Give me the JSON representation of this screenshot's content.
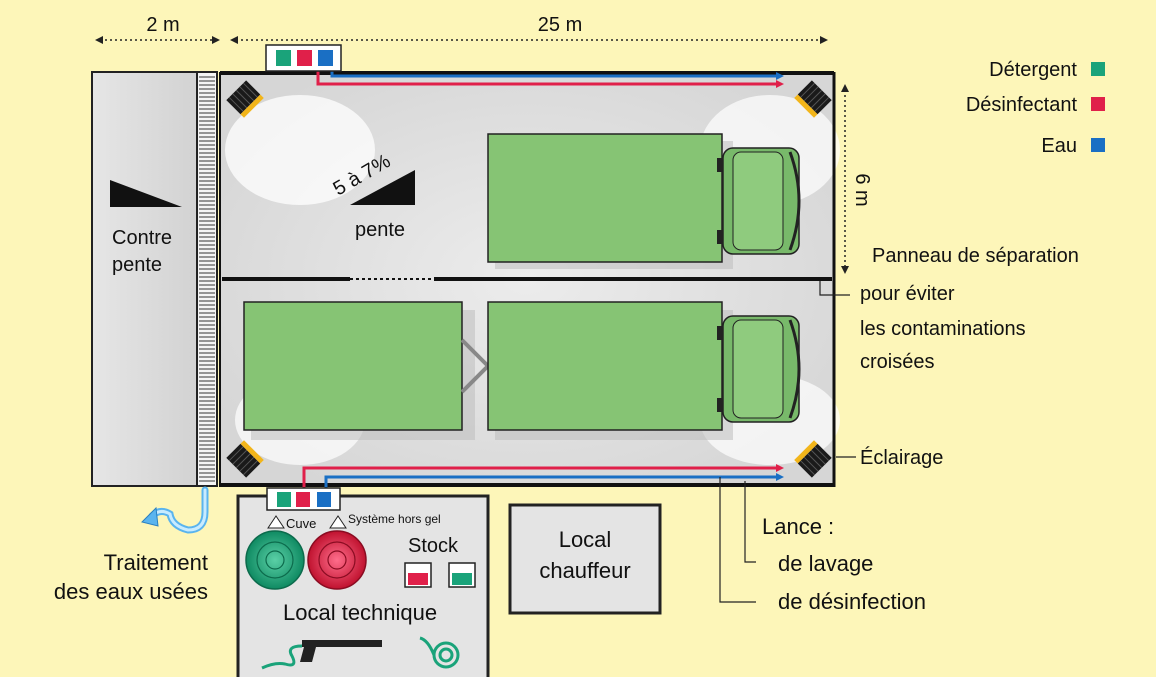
{
  "dimensions": {
    "width_2m": "2 m",
    "length_25m": "25 m",
    "depth_6m": "6 m"
  },
  "legend": [
    {
      "label": "Détergent",
      "color": "#1aa37a"
    },
    {
      "label": "Désinfectant",
      "color": "#e0204a"
    },
    {
      "label": "Eau",
      "color": "#1a6fc4"
    }
  ],
  "slope": {
    "value": "5 à 7%",
    "word": "pente"
  },
  "contre_pente": {
    "line1": "Contre",
    "line2": "pente"
  },
  "panel_note": {
    "line1": "Panneau de séparation",
    "line2": "pour éviter",
    "line3": "les contaminations",
    "line4": "croisées"
  },
  "lighting": "Éclairage",
  "lance": {
    "title": "Lance :",
    "wash": "de lavage",
    "disinfect": "de désinfection"
  },
  "wastewater": {
    "line1": "Traitement",
    "line2": "des eaux usées"
  },
  "local_technique": {
    "title": "Local technique",
    "cuve": "Cuve",
    "hors_gel": "Système hors gel",
    "stock": "Stock"
  },
  "local_chauffeur": {
    "line1": "Local",
    "line2": "chauffeur"
  },
  "colors": {
    "background": "#fdf6b9",
    "truck_green": "#86c474",
    "cab_green": "#78b96a",
    "bay_floor": "#dcdcdc",
    "tank_green": "#1aa37a",
    "tank_red": "#e0204a"
  }
}
